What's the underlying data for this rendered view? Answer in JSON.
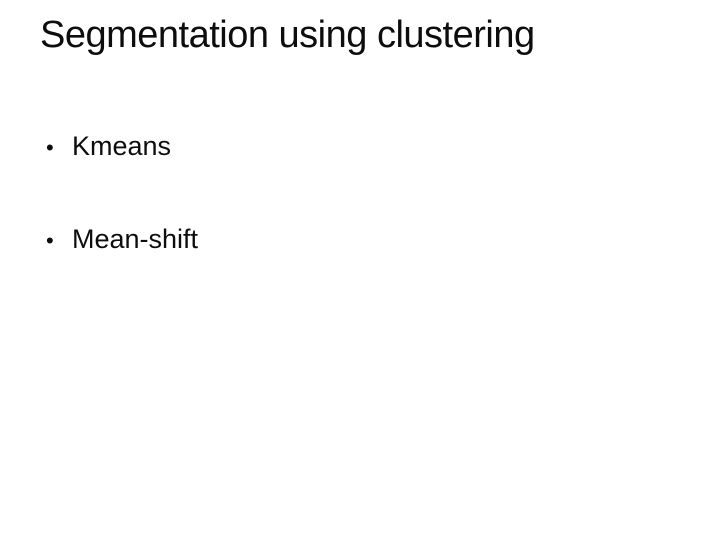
{
  "slide": {
    "title": "Segmentation using clustering",
    "bullet_char": "•",
    "bullets": [
      {
        "label": "Kmeans"
      },
      {
        "label": "Mean-shift"
      }
    ],
    "colors": {
      "text": "#0d0d0d",
      "background": "#ffffff"
    }
  }
}
